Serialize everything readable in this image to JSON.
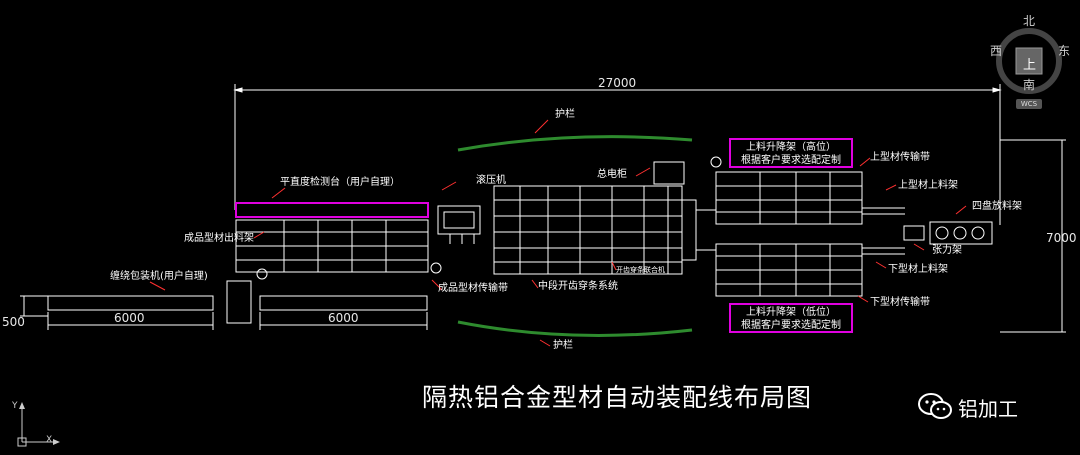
{
  "title": "隔热铝合金型材自动装配线布局图",
  "brand": {
    "name": "铝加工",
    "icon": "wechat-icon"
  },
  "dimensions": {
    "total_length": "27000",
    "total_width": "7000",
    "left_offset": "500",
    "left_length": "6000",
    "mid_length": "6000"
  },
  "labels": {
    "guardrail_top": "护栏",
    "guardrail_bottom": "护栏",
    "flatness_table": "平直度检测台（用户自理）",
    "finished_outfeed": "成品型材出料架",
    "wrapping_machine": "缠绕包装机(用户自理)",
    "rolling_machine": "滚压机",
    "control_cabinet": "总电柜",
    "finished_conveyor": "成品型材传输带",
    "threading_system": "中段开齿穿条系统",
    "tooth_threading_combo": "开齿穿条联合机",
    "upper_conveyor": "上型材传输带",
    "upper_feed_rack": "上型材上料架",
    "four_reel_rack": "四盘放料架",
    "tension_rack": "张力架",
    "lower_feed_rack": "下型材上料架",
    "lower_conveyor": "下型材传输带",
    "lift_high_line1": "上料升降架（高位）",
    "lift_high_line2": "根据客户要求选配定制",
    "lift_low_line1": "上料升降架（低位）",
    "lift_low_line2": "根据客户要求选配定制"
  },
  "compass": {
    "north": "北",
    "south": "南",
    "east": "东",
    "west": "西",
    "center": "上",
    "wcs": "WCS"
  },
  "ucs": {
    "y": "Y",
    "x": "X"
  },
  "colors": {
    "background": "#000000",
    "lines": "#ffffff",
    "highlight": "#e000e0",
    "guardrail": "#2e8b2e",
    "leader": "#ff3030",
    "dimension": "#ffffff"
  }
}
